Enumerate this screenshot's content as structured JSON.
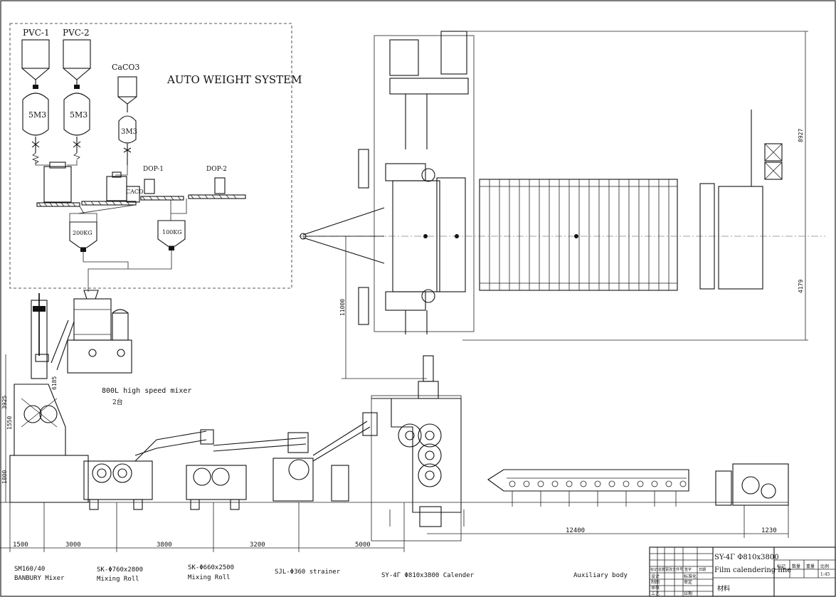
{
  "auto_weight": {
    "title": "AUTO  WEIGHT SYSTEM",
    "pvc1": "PVC-1",
    "pvc2": "PVC-2",
    "caco3": "CaCO3",
    "tank_5m3_a": "5M3",
    "tank_5m3_b": "5M3",
    "tank_3m3": "3M3",
    "dop1": "DOP-1",
    "dop2": "DOP-2",
    "cacd": "CACD",
    "scale_200": "200KG",
    "scale_100": "100KG"
  },
  "mixer": {
    "label": "800L high speed mixer",
    "qty": "2台"
  },
  "dimensions": {
    "h_8927": "8927",
    "h_4179": "4179",
    "h_11000": "11000",
    "h_3925": "3925",
    "h_1800": "1800",
    "h_1550": "1550",
    "h_6185": "6185",
    "d_1500": "1500",
    "d_3000": "3000",
    "d_3800": "3800",
    "d_3200": "3200",
    "d_5000": "5000",
    "d_12400": "12400",
    "d_1230": "1230"
  },
  "equipment": [
    {
      "line1": "SM160/40",
      "line2": "BANBURY Mixer"
    },
    {
      "line1": "SK-Φ760x2800",
      "line2": "Mixing Roll"
    },
    {
      "line1": "SK-Φ660x2500",
      "line2": "Mixing Roll"
    },
    {
      "line1": "SJL-Φ360 strainer",
      "line2": ""
    },
    {
      "line1": "SY-4Γ Φ810x3800 Calender",
      "line2": ""
    },
    {
      "line1": "Auxiliary body",
      "line2": ""
    }
  ],
  "title_block": {
    "model": "SY-4Γ Φ810x3800",
    "name": "Film calendering line",
    "material": "材料",
    "rows": [
      "设计",
      "制图",
      "审核",
      "工艺"
    ],
    "cols_left": [
      "标记",
      "处数",
      "更改文件号",
      "签字",
      "日期"
    ],
    "mid": [
      "标准化",
      "审定",
      "日期"
    ],
    "right_head": [
      "标记",
      "数量",
      "重量",
      "比例"
    ],
    "scale": "1:45"
  }
}
